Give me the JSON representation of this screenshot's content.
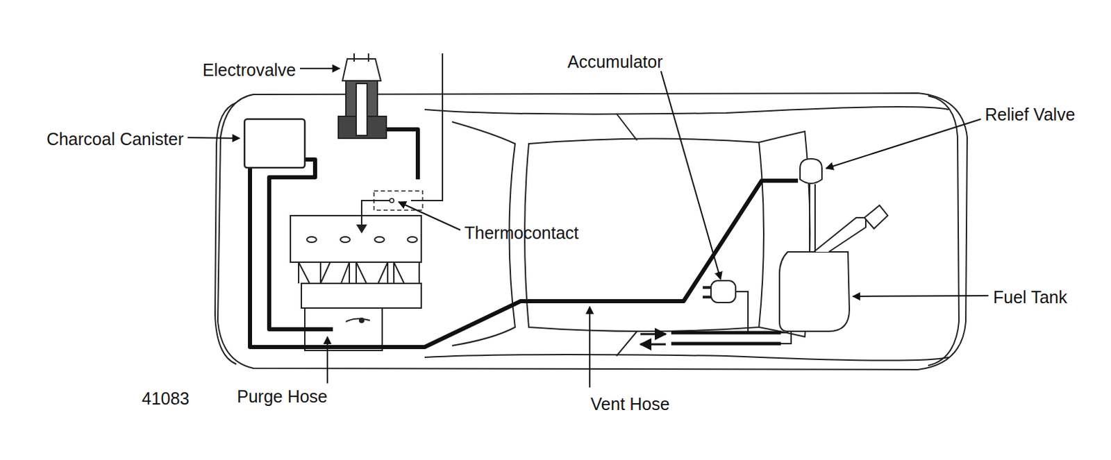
{
  "diagram": {
    "labels": [
      "Electrovalve",
      "Charcoal Canister",
      "Thermocontact",
      "Accumulator",
      "Relief Valve",
      "Fuel Tank",
      "Purge Hose",
      "Vent Hose",
      "41083"
    ]
  }
}
